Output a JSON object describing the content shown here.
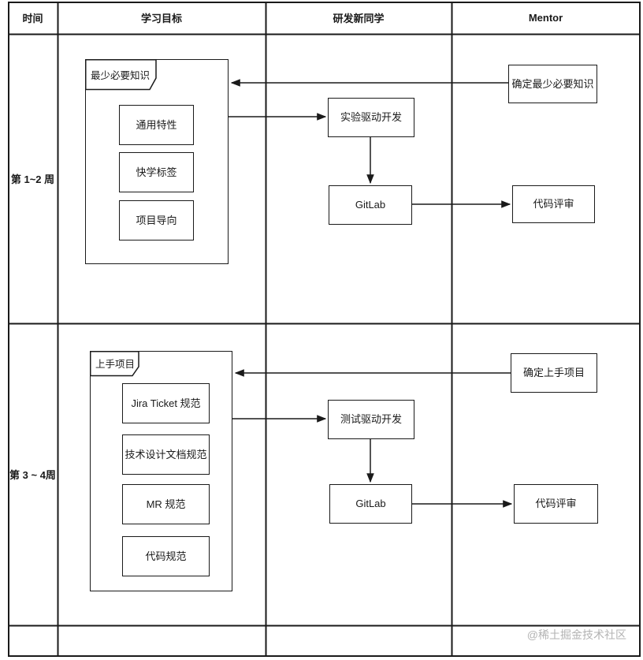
{
  "header": {
    "time": "时间",
    "goals": "学习目标",
    "dev": "研发新同学",
    "mentor": "Mentor"
  },
  "rows": [
    {
      "label": "第 1~2 周",
      "group": {
        "title": "最少必要知识",
        "items": [
          "通用特性",
          "快学标签",
          "项目导向"
        ]
      },
      "dev": {
        "node1": "实验驱动开发",
        "node2": "GitLab"
      },
      "mentor": {
        "node1": "确定最少必要知识",
        "node2": "代码评审"
      }
    },
    {
      "label": "第 3 ~ 4周",
      "group": {
        "title": "上手项目",
        "items": [
          "Jira Ticket 规范",
          "技术设计文档规范",
          "MR 规范",
          "代码规范"
        ]
      },
      "dev": {
        "node1": "测试驱动开发",
        "node2": "GitLab"
      },
      "mentor": {
        "node1": "确定上手项目",
        "node2": "代码评审"
      }
    }
  ],
  "watermark": "@稀土掘金技术社区",
  "colors": {
    "line": "#1a1a1a",
    "watermark": "#b3b3b3",
    "background": "#ffffff"
  }
}
